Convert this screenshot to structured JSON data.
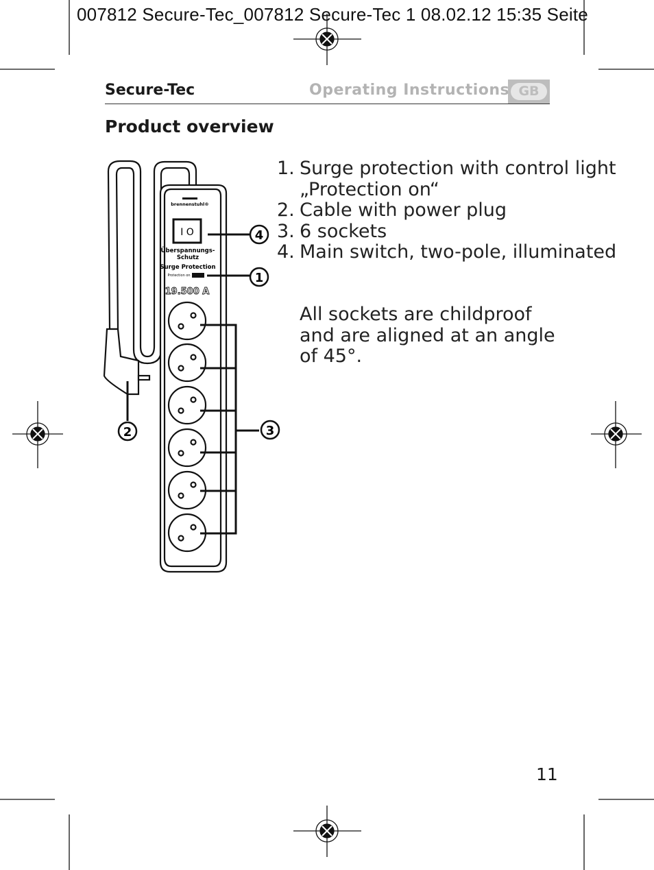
{
  "slug_line": "007812 Secure-Tec_007812 Secure-Tec 1  08.02.12  15:35  Seite",
  "header": {
    "product": "Secure-Tec",
    "section": "Operating Instructions",
    "lang_badge": "GB"
  },
  "page_title": "Product overview",
  "parts_list": [
    {
      "num": "1.",
      "text": "Surge protection with control light „Protection on“"
    },
    {
      "num": "2.",
      "text": "Cable with power plug"
    },
    {
      "num": "3.",
      "text": "6 sockets"
    },
    {
      "num": "4.",
      "text": "Main switch, two-pole, illuminated"
    }
  ],
  "note": "All sockets are childproof and are aligned at an angle of 45°.",
  "figure": {
    "brand": "brennenstuhl®",
    "label_de": "Überspannungs-",
    "label_de2": "Schutz",
    "label_en": "Surge Protection",
    "indicator_label": "Protection on",
    "rating": "19.500 A",
    "switch_marks": "I  O",
    "callouts": [
      "4",
      "1",
      "2",
      "3"
    ]
  },
  "page_number": "11"
}
